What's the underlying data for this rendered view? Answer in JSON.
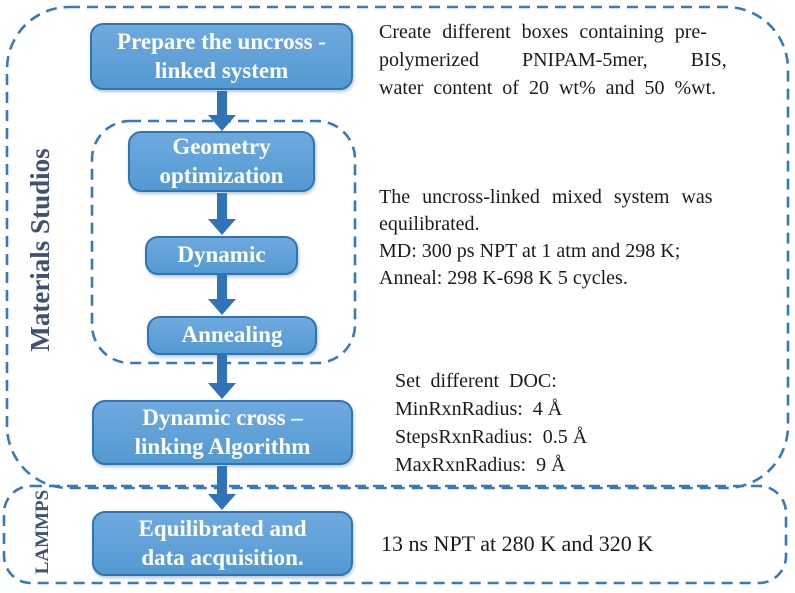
{
  "groups": {
    "materials_studio": {
      "label": "Materials Studios"
    },
    "lammps": {
      "label": "LAMMPS"
    }
  },
  "flow": {
    "boxes": [
      {
        "id": "prepare",
        "label": "Prepare the uncross -\nlinked system"
      },
      {
        "id": "geometry",
        "label": "Geometry\noptimization"
      },
      {
        "id": "dynamic",
        "label": "Dynamic"
      },
      {
        "id": "annealing",
        "label": "Annealing"
      },
      {
        "id": "crosslink",
        "label": "Dynamic cross –\nlinking Algorithm"
      },
      {
        "id": "equilibrate",
        "label": "Equilibrated and\ndata acquisition."
      }
    ]
  },
  "notes": {
    "create_boxes": {
      "lines": [
        "Create different boxes containing pre-",
        "polymerized PNIPAM-5mer, BIS,",
        "water content of 20 wt% and 50 %wt."
      ]
    },
    "equilibration": {
      "lines": [
        "The uncross-linked mixed system was",
        "equilibrated.",
        "MD: 300 ps NPT at 1 atm and 298 K;",
        "Anneal: 298 K-698 K 5 cycles."
      ]
    },
    "doc_settings": {
      "lines": [
        "Set different DOC:",
        "MinRxnRadius:  4 Å",
        "StepsRxnRadius:  0.5 Å",
        "MaxRxnRadius:  9 Å"
      ]
    },
    "lammps_run": {
      "text": "13 ns NPT at 280 K and 320 K"
    }
  },
  "colors": {
    "box_fill_top": "#6FA9DE",
    "box_fill_bot": "#539AD2",
    "box_border": "#2E75B6",
    "arrow": "#2F74B8",
    "dash_border": "#3779BC",
    "group_label": "#3E5272",
    "body_text": "#1a1a1a"
  }
}
